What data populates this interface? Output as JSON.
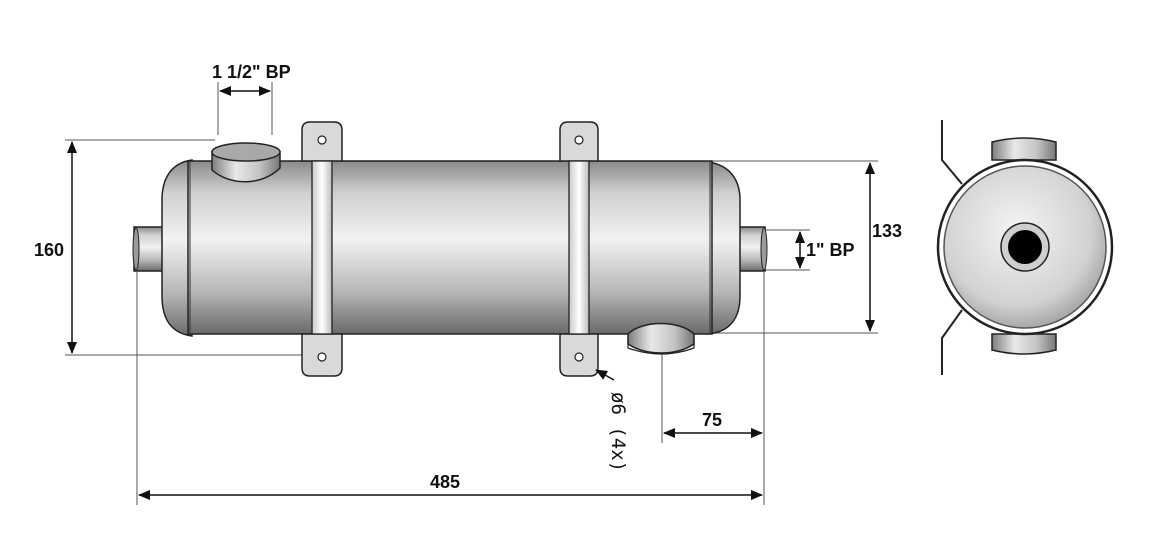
{
  "drawing": {
    "labels": {
      "inlet_size": "1 1/2\" BP",
      "height_total": "160",
      "body_diameter": "133",
      "outlet_size": "1\" BP",
      "hole_spec": "ø6 (4x)",
      "port_offset": "75",
      "length_total": "485"
    },
    "colors": {
      "line": "#111111",
      "body_light": "#e4e4e4",
      "body_mid": "#bdbdbd",
      "body_dark": "#6e6e6e",
      "background": "#ffffff"
    }
  }
}
